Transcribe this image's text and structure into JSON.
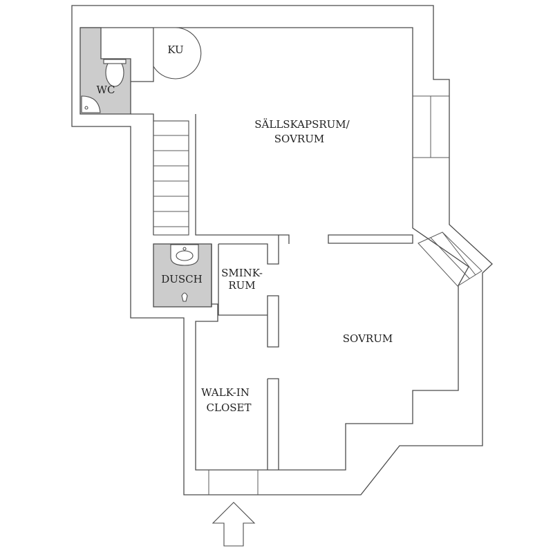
{
  "rooms": {
    "wc": "WC",
    "ku": "KU",
    "sallskapsrum_line1": "SÄLLSKAPSRUM/",
    "sallskapsrum_line2": "SOVRUM",
    "dusch": "DUSCH",
    "smink_line1": "SMINK-",
    "smink_line2": "RUM",
    "sovrum": "SOVRUM",
    "walkin_line1": "WALK-IN",
    "walkin_line2": "CLOSET"
  },
  "colors": {
    "wall": "#4a4a4a",
    "wet_area": "#cccccc",
    "background": "#ffffff"
  }
}
